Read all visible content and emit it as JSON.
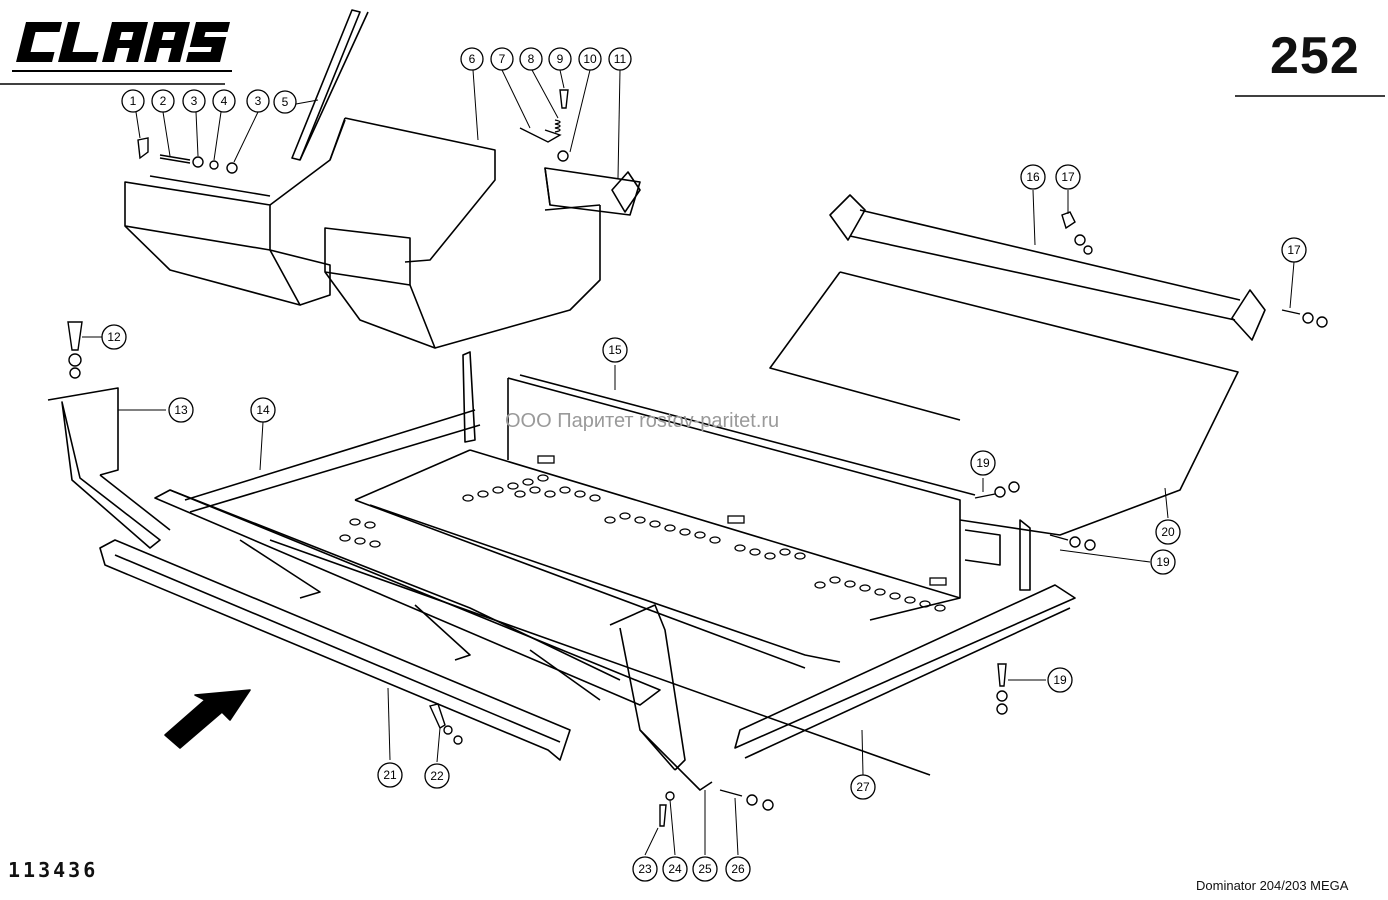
{
  "brand": "CLAAS",
  "page_number": "252",
  "drawing_id": "113436",
  "model": "Dominator 204/203 MEGA",
  "watermark": "ООО Паритет   rostov-paritet.ru",
  "callouts": [
    "1",
    "2",
    "3",
    "4",
    "3",
    "5",
    "6",
    "7",
    "8",
    "9",
    "10",
    "11",
    "12",
    "13",
    "14",
    "15",
    "16",
    "17",
    "17",
    "19",
    "19",
    "19",
    "20",
    "21",
    "22",
    "23",
    "24",
    "25",
    "26",
    "27"
  ]
}
